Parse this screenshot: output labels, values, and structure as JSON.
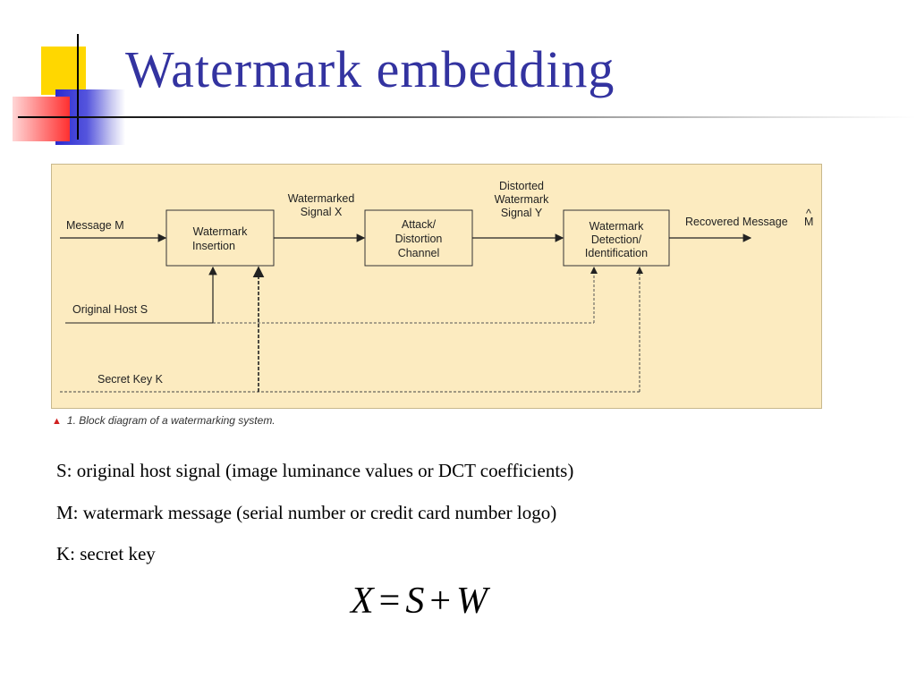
{
  "slide": {
    "title": "Watermark embedding"
  },
  "diagram": {
    "blocks": {
      "insertion": [
        "Watermark",
        "Insertion"
      ],
      "channel": [
        "Attack/",
        "Distortion",
        "Channel"
      ],
      "detection": [
        "Watermark",
        "Detection/",
        "Identification"
      ]
    },
    "labels": {
      "message_in": "Message M",
      "watermarked": [
        "Watermarked",
        "Signal X"
      ],
      "distorted": [
        "Distorted",
        "Watermark",
        "Signal Y"
      ],
      "recovered": "Recovered Message",
      "recovered_symbol": "M",
      "recovered_hat": "^",
      "host": "Original Host S",
      "key": "Secret Key K"
    },
    "caption": "1. Block diagram of a watermarking system."
  },
  "notes": [
    "S: original host signal (image luminance values or DCT coefficients)",
    "M: watermark message (serial number or credit card number logo)",
    "K: secret key"
  ],
  "equation": {
    "lhs": "X",
    "eq": "=",
    "a": "S",
    "plus": "+",
    "b": "W"
  },
  "colors": {
    "title": "#3333a0",
    "panel": "#fcebc0",
    "deco_yellow": "#ffd700",
    "deco_blue": "#3333cc",
    "deco_red": "#ff4d4d"
  }
}
